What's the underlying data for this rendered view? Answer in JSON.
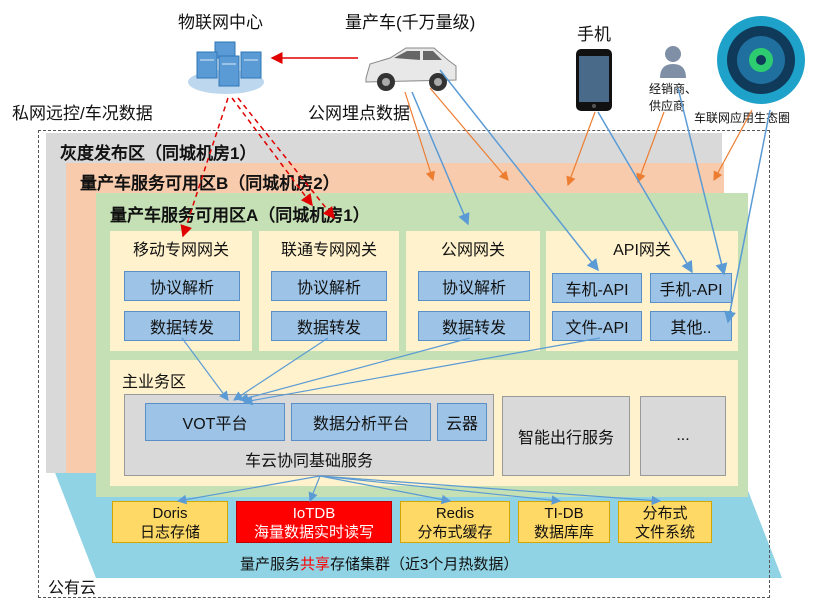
{
  "top": {
    "iot_center": "物联网中心",
    "car_title": "量产车(千万量级)",
    "phone_title": "手机",
    "dealer": "经销商、",
    "supplier": "供应商",
    "ecosystem": "车联网应用生态圈",
    "private_net": "私网远控/车况数据",
    "public_net": "公网埋点数据"
  },
  "zones": {
    "gray_title": "灰度发布区（同城机房1）",
    "orange_title": "量产车服务可用区B（同城机房2）",
    "green_title": "量产车服务可用区A（同城机房1）"
  },
  "gateways": [
    {
      "title": "移动专网网关",
      "items": [
        "协议解析",
        "数据转发"
      ]
    },
    {
      "title": "联通专网网关",
      "items": [
        "协议解析",
        "数据转发"
      ]
    },
    {
      "title": "公网网关",
      "items": [
        "协议解析",
        "数据转发"
      ]
    },
    {
      "title": "API网关",
      "items": [
        "车机-API",
        "手机-API",
        "文件-API",
        "其他.."
      ]
    }
  ],
  "main": {
    "title": "主业务区",
    "vot": "VOT平台",
    "analytics": "数据分析平台",
    "cloud": "云器",
    "base": "车云协同基础服务",
    "smart": "智能出行服务",
    "more": "..."
  },
  "storage": [
    {
      "line1": "Doris",
      "line2": "日志存储"
    },
    {
      "line1": "IoTDB",
      "line2": "海量数据实时读写"
    },
    {
      "line1": "Redis",
      "line2": "分布式缓存"
    },
    {
      "line1": "TI-DB",
      "line2": "数据库库"
    },
    {
      "line1": "分布式",
      "line2": "文件系统"
    }
  ],
  "cluster": {
    "pre": "量产服务",
    "hl": "共享",
    "post": "存储集群（近3个月热数据）"
  },
  "public_cloud": "公有云",
  "colors": {
    "gray": "#d9d9d9",
    "orange": "#f8cbad",
    "green": "#c5e0b4",
    "cyan": "#8fd3e4",
    "gateway": "#fff2cc",
    "blue_box": "#9dc3e6",
    "storage": "#ffd966",
    "highlight": "#ff0000",
    "arrow_blue": "#5b9bd5",
    "arrow_orange": "#ed7d31"
  }
}
